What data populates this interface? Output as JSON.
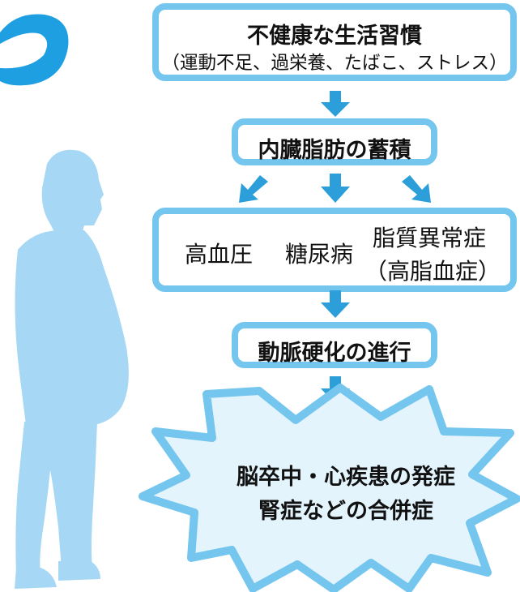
{
  "boxes": {
    "habits": {
      "title": "不健康な生活習慣",
      "subtitle": "（運動不足、過栄養、たばこ、ストレス）"
    },
    "visceral_fat": {
      "title": "内臓脂肪の蓄積"
    },
    "diseases": {
      "hypertension": "高血圧",
      "diabetes": "糖尿病",
      "dyslipidemia": "脂質異常症",
      "hyperlipidemia": "（高脂血症）"
    },
    "atherosclerosis": {
      "title": "動脈硬化の進行"
    }
  },
  "outcome": {
    "line1": "脳卒中・心疾患の発症",
    "line2": "腎症などの合併症"
  },
  "colors": {
    "frame": "#74C6EE",
    "arrow": "#2C9FDA",
    "burst_fill": "#E4F4FC",
    "silhouette": "#A6D8F5",
    "text": "#111111"
  },
  "icons": {
    "silhouette": "person-silhouette-icon",
    "arrows": "down-arrow-icon"
  }
}
